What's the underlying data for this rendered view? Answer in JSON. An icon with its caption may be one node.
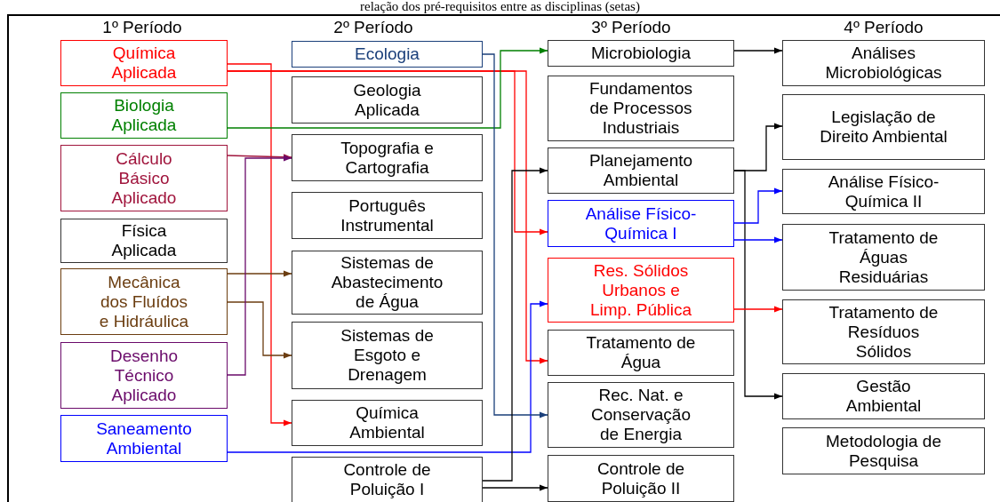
{
  "diagram": {
    "title": "relação dos pré-requisitos entre as disciplinas (setas)",
    "nodes": [
      {
        "text": [
          "Química Aplicada"
        ]
      },
      {
        "text": [
          "Biologia Aplicada"
        ]
      },
      {
        "text": [
          "Cálculo Básico Aplicado"
        ]
      },
      {
        "text": [
          "Física Aplicada"
        ]
      },
      {
        "text": [
          "Mecânica dos Fluídos e Hidráulica"
        ]
      },
      {
        "text": [
          "Desenho Técnico Aplicado"
        ]
      },
      {
        "text": [
          "Saneamento Ambiental"
        ]
      },
      {
        "text": [
          "Ecologia"
        ]
      },
      {
        "text": [
          "Geologia Aplicada"
        ]
      },
      {
        "text": [
          "Topografia e Cartografia"
        ]
      },
      {
        "text": [
          "Português Instrumental"
        ]
      },
      {
        "text": [
          "Sistemas de Abastecimento de Água"
        ]
      },
      {
        "text": [
          "Sistemas de Esgoto e Drenagem"
        ]
      },
      {
        "text": [
          "Química Ambiental"
        ]
      },
      {
        "text": [
          "Controle de Poluição I"
        ]
      },
      {
        "text": [
          "Microbiologia"
        ]
      },
      {
        "text": [
          "Fundamentos de Processos Industriais"
        ]
      },
      {
        "text": [
          "Planejamento Ambiental"
        ]
      },
      {
        "text": [
          "Análise Físico-Química I"
        ]
      },
      {
        "text": [
          "Res. Sólidos Urbanos e Limp. Pública"
        ]
      },
      {
        "text": [
          "Tratamento de Água"
        ]
      },
      {
        "text": [
          "Rec. Nat. e Conservação de Energia"
        ]
      },
      {
        "text": [
          "Controle de Poluição II"
        ]
      },
      {
        "text": [
          "Análises Microbiológicas"
        ]
      },
      {
        "text": [
          "Legislação de Direito Ambiental"
        ]
      },
      {
        "text": [
          "Análise Físico-Química II"
        ]
      },
      {
        "text": [
          "Tratamento de Águas Residuárias"
        ]
      },
      {
        "text": [
          "Tratamento de Resíduos Sólidos"
        ]
      },
      {
        "text": [
          "Gestão Ambiental"
        ]
      },
      {
        "text": [
          "Metodologia de Pesquisa"
        ]
      }
    ],
    "edges": [
      {
        "from": 0,
        "to": 13,
        "arrow": "to",
        "color": "#ff0000"
      },
      {
        "from": 0,
        "to": 18,
        "arrow": "to",
        "color": "#ff0000"
      },
      {
        "from": 0,
        "to": 20,
        "arrow": "to",
        "color": "#ff0000"
      },
      {
        "from": 1,
        "to": 15,
        "arrow": "to",
        "color": "#008000"
      },
      {
        "from": 2,
        "to": 9,
        "arrow": "to",
        "color": "#a0143c"
      },
      {
        "from": 4,
        "to": 11,
        "arrow": "to",
        "color": "#6b3d10"
      },
      {
        "from": 4,
        "to": 12,
        "arrow": "to",
        "color": "#6b3d10"
      },
      {
        "from": 5,
        "to": 9,
        "arrow": "to",
        "color": "#6a0a6a"
      },
      {
        "from": 6,
        "to": 19,
        "arrow": "to",
        "color": "#0000ff"
      },
      {
        "from": 7,
        "to": 21,
        "arrow": "to",
        "color": "#1a3f7a"
      },
      {
        "from": 14,
        "to": 17,
        "arrow": "to"
      },
      {
        "from": 14,
        "to": 22,
        "arrow": "to"
      },
      {
        "from": 15,
        "to": 23,
        "arrow": "to"
      },
      {
        "from": 17,
        "to": 24,
        "arrow": "to"
      },
      {
        "from": 17,
        "to": 28,
        "arrow": "to"
      },
      {
        "from": 18,
        "to": 25,
        "arrow": "to",
        "color": "#0000ff"
      },
      {
        "from": 18,
        "to": 26,
        "arrow": "to",
        "color": "#0000ff"
      },
      {
        "from": 19,
        "to": 27,
        "arrow": "to",
        "color": "#ff0000"
      }
    ],
    "labels": [
      "1º Período",
      "2º Período",
      "3º Período",
      "4º Período"
    ]
  }
}
